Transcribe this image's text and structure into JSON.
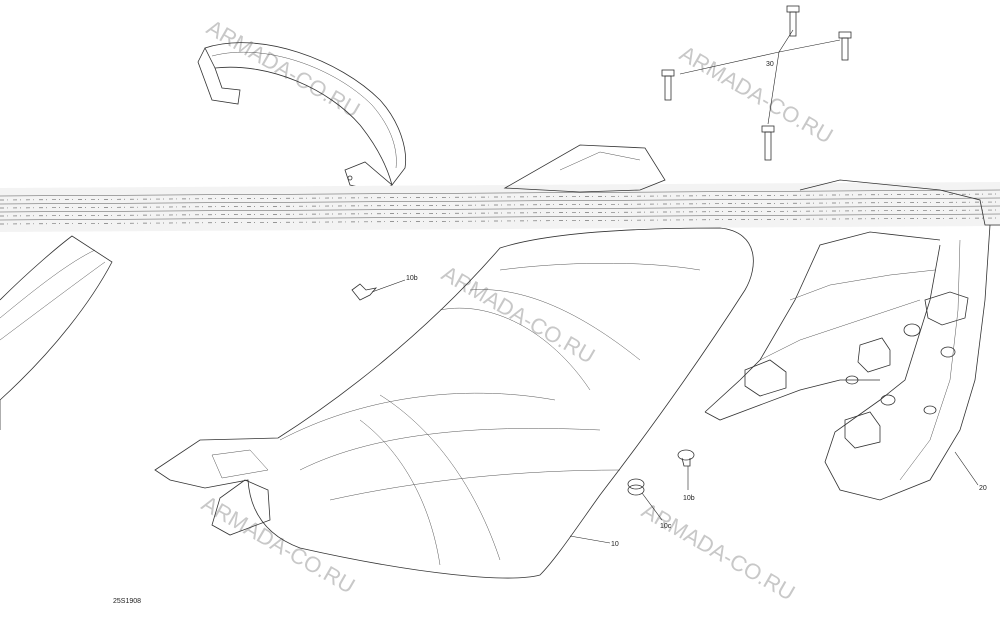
{
  "diagram": {
    "figure_code": "25S1908",
    "callouts": {
      "c30": "30",
      "c10b_top": "10b",
      "c10b_bottom": "10b",
      "c10c": "10c",
      "c10": "10",
      "c20": "20"
    },
    "watermarks": {
      "w1": "ARMADA-CO.RU",
      "w2": "ARMADA-CO.RU",
      "w3": "ARMADA-CO.RU",
      "w4": "ARMADA-CO.RU",
      "w5": "ARMADA-CO.RU"
    }
  }
}
